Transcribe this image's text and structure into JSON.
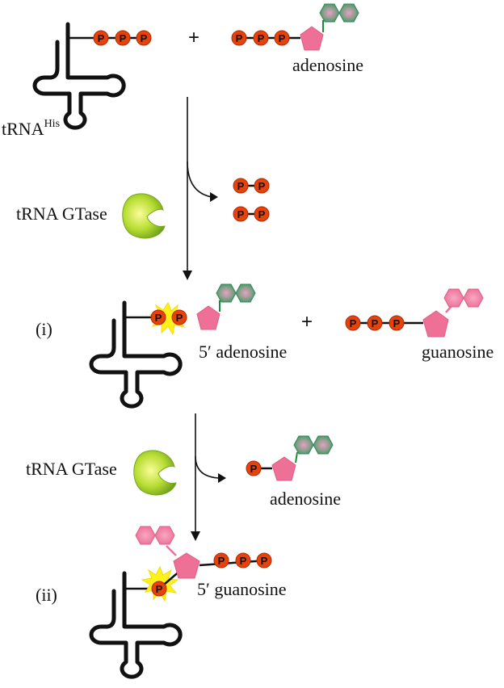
{
  "labels": {
    "trna_his_main": "tRNA",
    "trna_his_sup": "His",
    "adenosine_top": "adenosine",
    "gtase_1": "tRNA GTase",
    "step_i": "(i)",
    "five_prime_adenosine": "5′ adenosine",
    "guanosine": "guanosine",
    "gtase_2": "tRNA GTase",
    "adenosine_released": "adenosine",
    "step_ii": "(ii)",
    "five_prime_guanosine": "5′ guanosine",
    "plus": "+",
    "phosphate": "P"
  },
  "colors": {
    "phosphate": "#e8420c",
    "sugar": "#ee7096",
    "adenine_base": "#3d9a6a",
    "guanine_base": "#ee7096",
    "enzyme": "#8fc62a",
    "burst": "#fff21a"
  },
  "icons": {
    "trna": "cloverleaf-trna-icon",
    "enzyme": "pacman-enzyme-icon",
    "burst": "yellow-starburst-icon"
  }
}
